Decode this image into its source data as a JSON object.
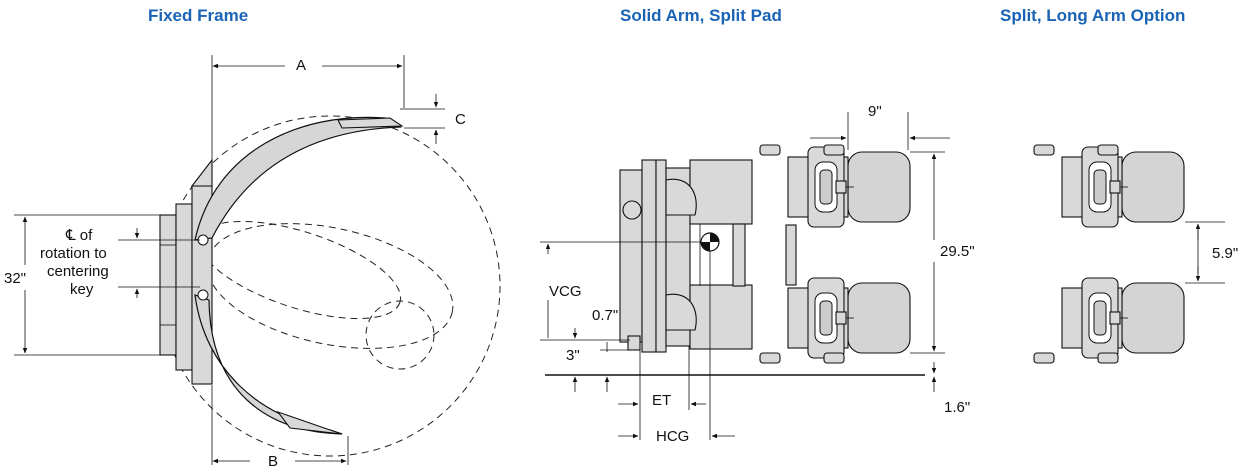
{
  "titles": {
    "fixed_frame": "Fixed Frame",
    "solid_arm": "Solid Arm, Split Pad",
    "long_arm": "Split, Long Arm Option"
  },
  "labels": {
    "dim_a": "A",
    "dim_b": "B",
    "dim_c": "C",
    "dim_32": "32\"",
    "centerline_1": "℄ of",
    "centerline_2": "rotation to",
    "centerline_3": "centering",
    "centerline_4": "key",
    "dim_9": "9\"",
    "dim_29_5": "29.5\"",
    "vcg": "VCG",
    "dim_0_7": "0.7\"",
    "dim_3": "3\"",
    "et": "ET",
    "hcg": "HCG",
    "dim_1_6": "1.6\"",
    "dim_5_9": "5.9\""
  },
  "colors": {
    "title": "#1a63b5",
    "line": "#111111",
    "fill": "#d9d9d9"
  }
}
